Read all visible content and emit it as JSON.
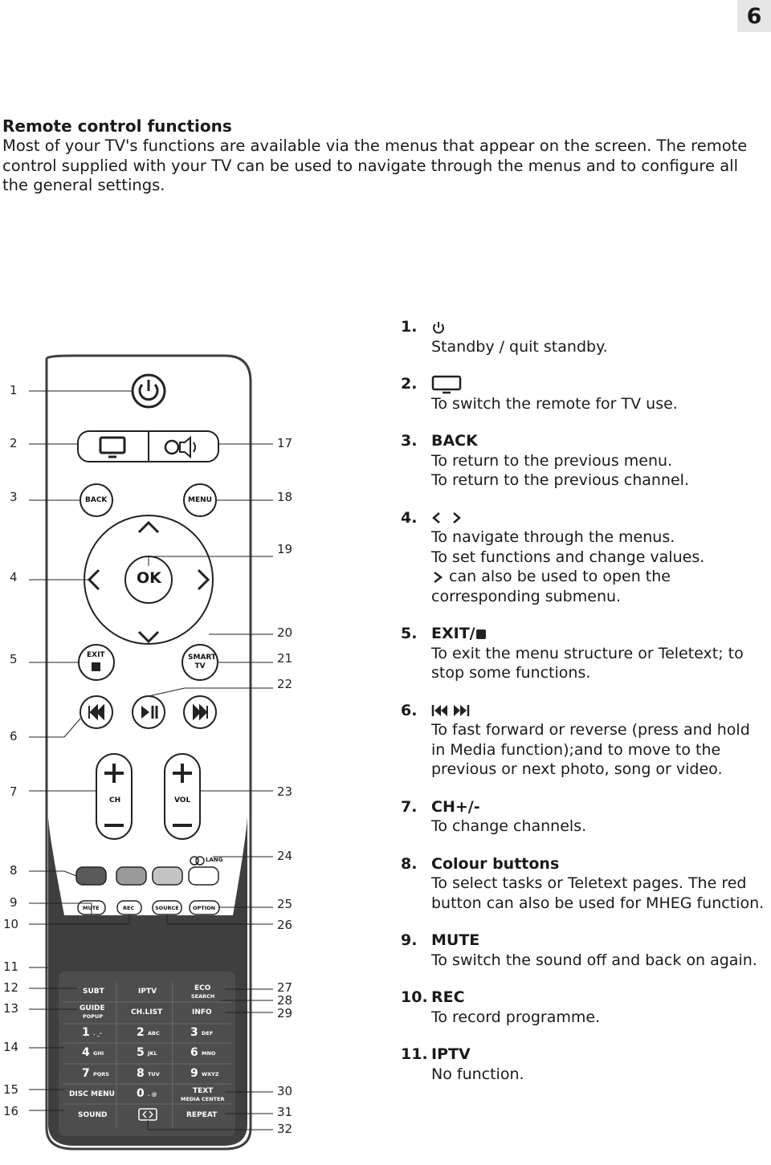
{
  "page_number": "6",
  "intro": {
    "title": "Remote control functions",
    "body": "Most of your TV's functions are available via the menus that appear on the screen. The remote control supplied with your TV can be used to navigate through the menus and to configure all the general settings."
  },
  "remote": {
    "left_callouts": [
      "1",
      "2",
      "3",
      "4",
      "5",
      "6",
      "7",
      "8",
      "9",
      "10",
      "11",
      "12",
      "13",
      "14",
      "15",
      "16"
    ],
    "right_callouts": [
      "17",
      "18",
      "19",
      "20",
      "21",
      "22",
      "23",
      "24",
      "25",
      "26",
      "27",
      "28",
      "29",
      "30",
      "31",
      "32"
    ],
    "labels": {
      "back": "BACK",
      "menu": "MENU",
      "ok": "OK",
      "exit": "EXIT",
      "smart_tv": "SMART TV",
      "ch": "CH",
      "vol": "VOL",
      "lang": "LANG",
      "mute": "MUTE",
      "rec": "REC",
      "source": "SOURCE",
      "option": "OPTION",
      "subt": "SUBT",
      "iptv": "IPTV",
      "eco": "ECO",
      "eco_sub": "SEARCH",
      "guide": "GUIDE",
      "guide_sub": "POPUP",
      "chlist": "CH.LIST",
      "info": "INFO",
      "k1": "1",
      "k1s": ". _-",
      "k2": "2",
      "k2s": "ABC",
      "k3": "3",
      "k3s": "DEF",
      "k4": "4",
      "k4s": "GHI",
      "k5": "5",
      "k5s": "JKL",
      "k6": "6",
      "k6s": "MNO",
      "k7": "7",
      "k7s": "PQRS",
      "k8": "8",
      "k8s": "TUV",
      "k9": "9",
      "k9s": "WXYZ",
      "disc_menu": "DISC MENU",
      "k0": "0",
      "k0s": ". @",
      "text": "TEXT",
      "text_sub": "MEDIA CENTER",
      "sound": "SOUND",
      "repeat": "REPEAT"
    },
    "colors": {
      "body": "#3f3f3f",
      "keypad_bg": "#4a4a4a",
      "red": "#5a5a5a",
      "green": "#9a9a9a",
      "yellow": "#c4c4c4",
      "blue": "#ffffff"
    }
  },
  "functions": [
    {
      "num": "1.",
      "icon": "power-icon",
      "title": "",
      "desc": "Standby / quit standby."
    },
    {
      "num": "2.",
      "icon": "tv-icon",
      "title": "",
      "desc": "To switch the remote for TV use."
    },
    {
      "num": "3.",
      "icon": "",
      "title": "BACK",
      "desc": "To return to the previous menu.\nTo return to the previous channel."
    },
    {
      "num": "4.",
      "icon": "left-right-arrows-icon",
      "title": "",
      "desc_lines": [
        "To navigate through the menus.",
        "To set functions and change values."
      ],
      "desc_extra": "can also be used to open the corresponding submenu."
    },
    {
      "num": "5.",
      "icon": "stop-icon",
      "title": "EXIT/",
      "desc": "To exit the menu structure or Teletext; to stop some functions."
    },
    {
      "num": "6.",
      "icon": "skip-icons",
      "title": "",
      "desc": "To fast forward or reverse (press and hold in Media function);and to move to the previous or next photo, song or video."
    },
    {
      "num": "7.",
      "icon": "",
      "title": "CH+/-",
      "desc": "To change channels."
    },
    {
      "num": "8.",
      "icon": "",
      "title": "Colour buttons",
      "desc": "To select tasks or Teletext pages. The red button can also be used for MHEG function."
    },
    {
      "num": "9.",
      "icon": "",
      "title": "MUTE",
      "desc": "To switch the sound off and back on again."
    },
    {
      "num": "10.",
      "icon": "",
      "title": "REC",
      "desc": "To record programme."
    },
    {
      "num": "11.",
      "icon": "",
      "title": "IPTV",
      "desc": "No function."
    }
  ]
}
